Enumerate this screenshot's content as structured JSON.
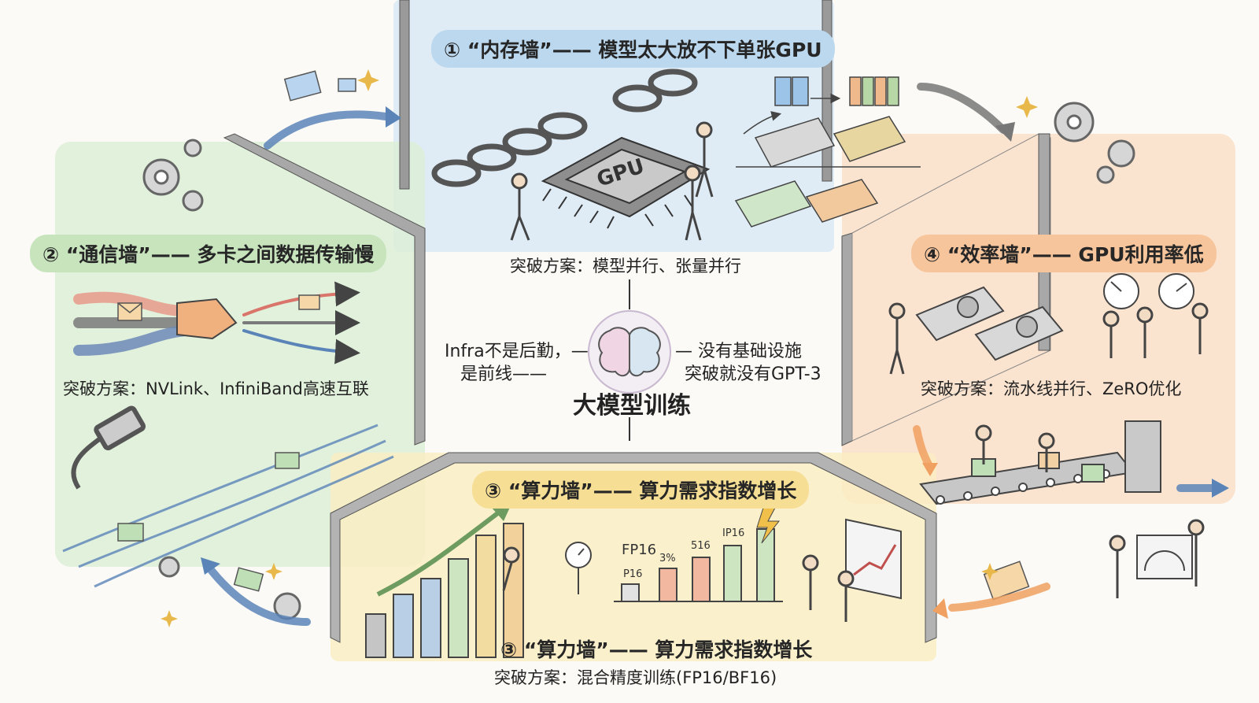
{
  "center": {
    "title": "大模型训练",
    "left_line1": "Infra不是后勤，—",
    "left_line2": "是前线——",
    "right_line1": "— 没有基础设施",
    "right_line2": "突破就没有GPT-3"
  },
  "walls": {
    "memory": {
      "title": "① “内存墙”—— 模型太大放不下单张GPU",
      "solution": "突破方案：模型并行、张量并行",
      "gpu_label": "GPU"
    },
    "communication": {
      "title": "② “通信墙”—— 多卡之间数据传输慢",
      "solution": "突破方案：NVLink、InfiniBand高速互联"
    },
    "compute": {
      "title_top": "③ “算力墙”—— 算力需求指数增长",
      "title_bottom": "③ “算力墙”—— 算力需求指数增长",
      "solution": "突破方案：混合精度训练(FP16/BF16)",
      "bar_labels": [
        "FP16",
        "P16",
        "3%",
        "516",
        "IP16"
      ]
    },
    "efficiency": {
      "title": "④ “效率墙”—— GPU利用率低",
      "solution": "突破方案：流水线并行、ZeRO优化"
    }
  },
  "colors": {
    "memory": "#cfe3f2",
    "communication": "#d8ecd2",
    "compute": "#f8eab8",
    "efficiency": "#f8d3b4",
    "arrow": "#5a84b8"
  }
}
